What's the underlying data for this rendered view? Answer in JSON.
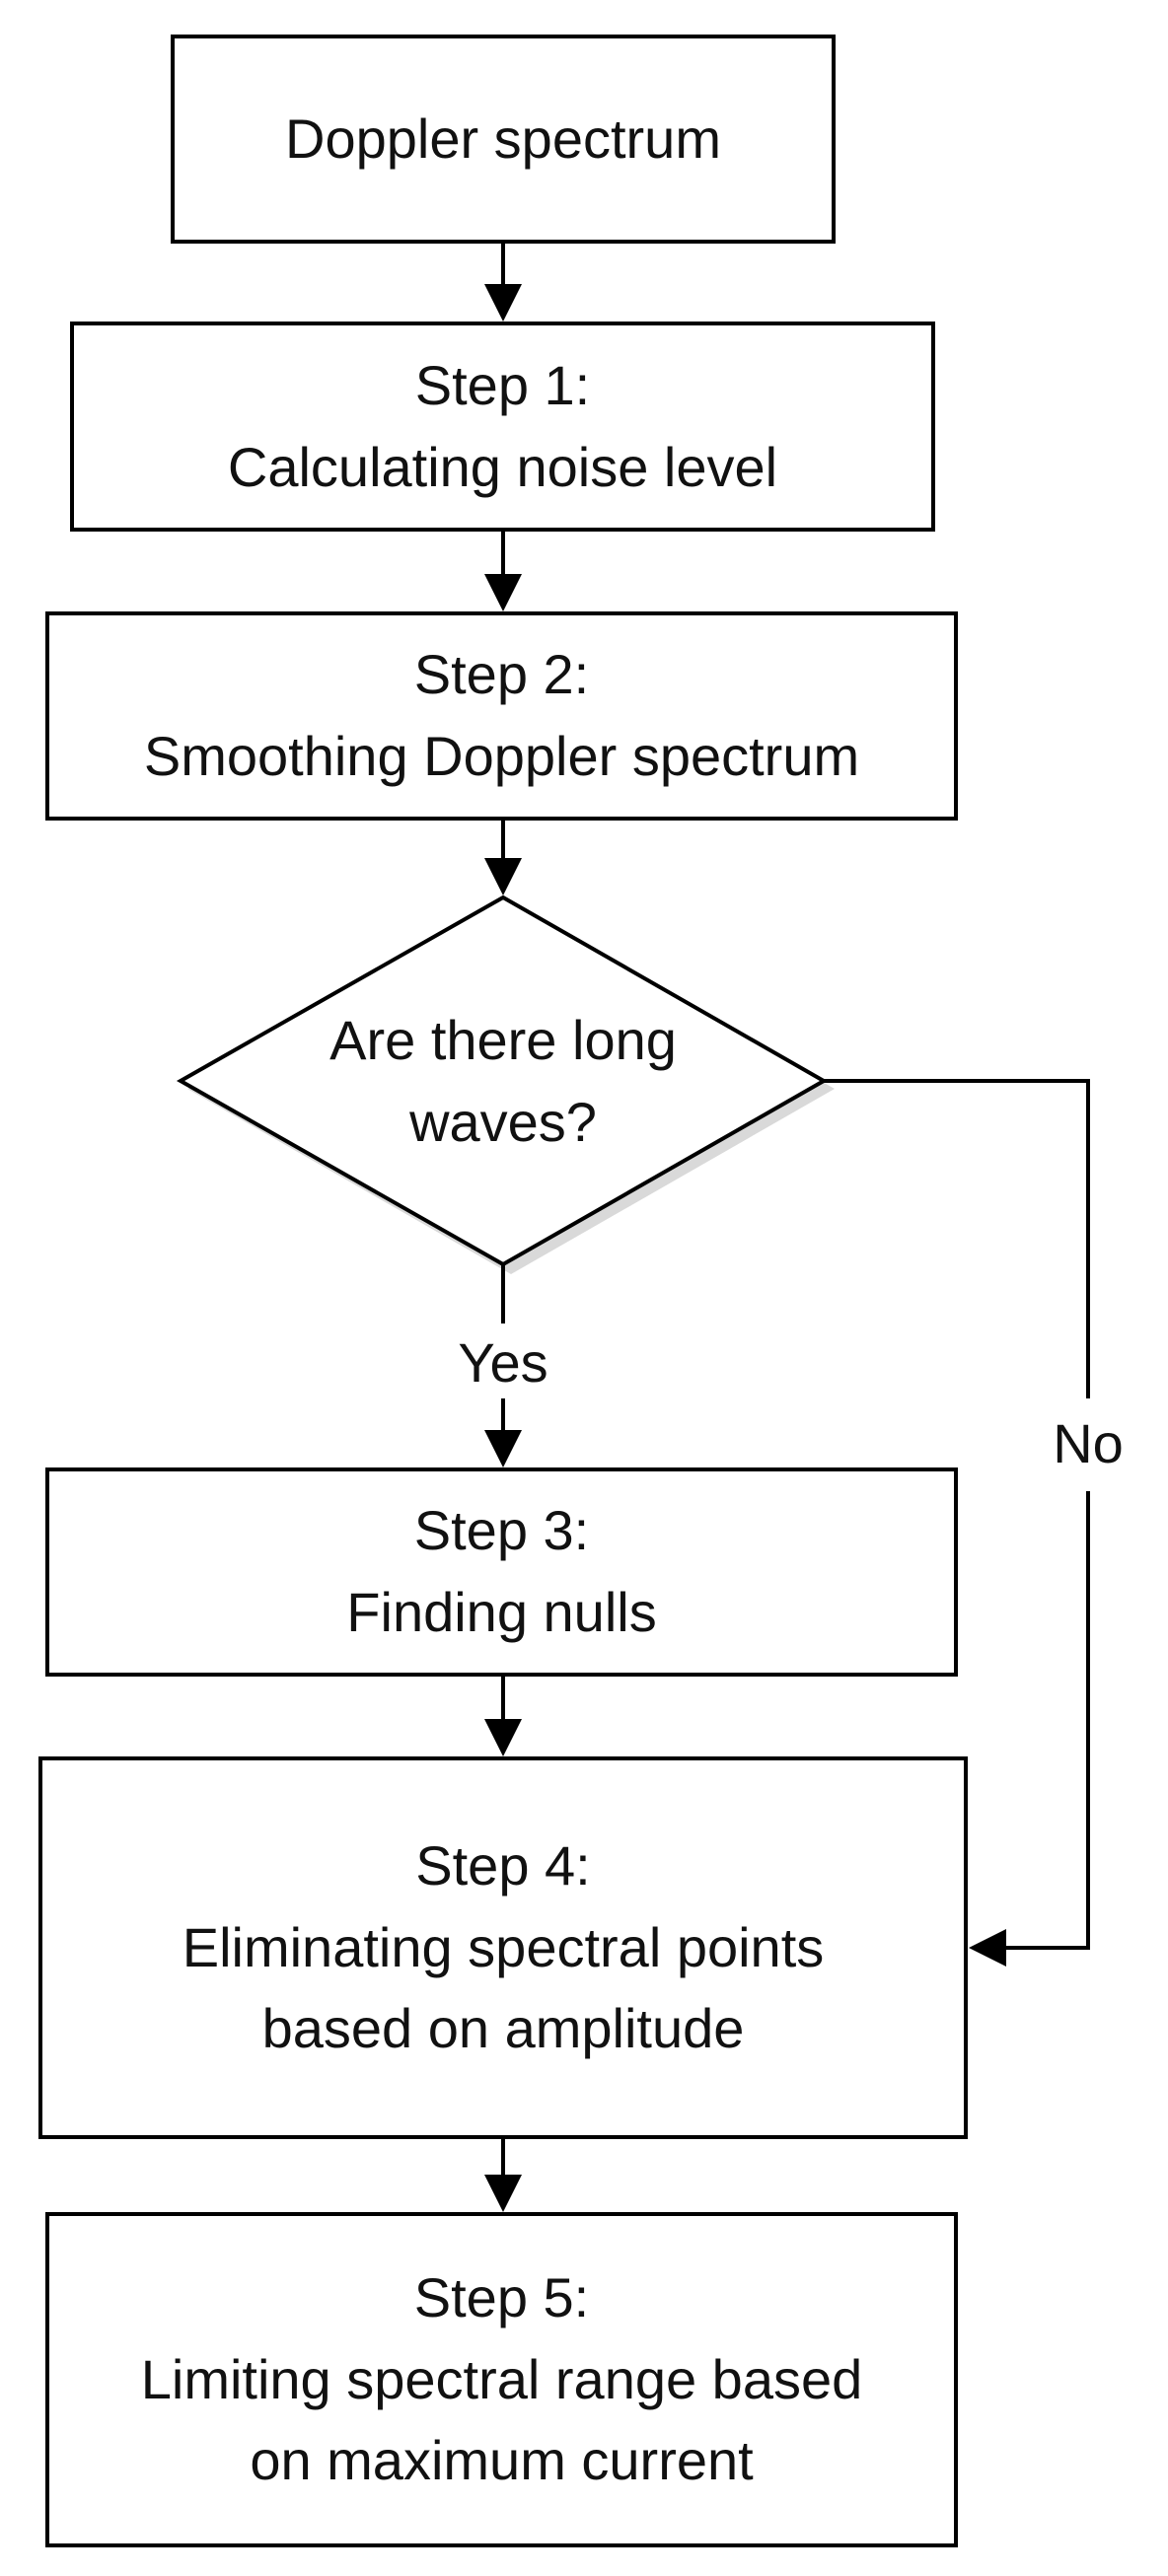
{
  "nodes": {
    "start": {
      "line1": "Doppler spectrum"
    },
    "step1": {
      "line1": "Step 1:",
      "line2": "Calculating noise level"
    },
    "step2": {
      "line1": "Step 2:",
      "line2": "Smoothing Doppler spectrum"
    },
    "decision": {
      "line1": "Are there long",
      "line2": "waves?"
    },
    "step3": {
      "line1": "Step 3:",
      "line2": "Finding nulls"
    },
    "step4": {
      "line1": "Step 4:",
      "line2": "Eliminating spectral points",
      "line3": "based on amplitude"
    },
    "step5": {
      "line1": "Step 5:",
      "line2": "Limiting spectral range based",
      "line3": "on maximum current"
    }
  },
  "edges": {
    "yes_label": "Yes",
    "no_label": "No"
  }
}
